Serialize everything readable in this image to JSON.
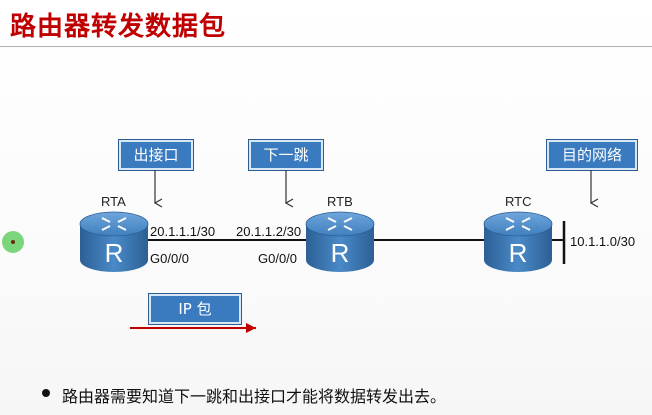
{
  "title": "路由器转发数据包",
  "callouts": {
    "egress": "出接口",
    "next_hop": "下一跳",
    "dest_network": "目的网络"
  },
  "routers": [
    {
      "name": "RTA",
      "symbol": "R"
    },
    {
      "name": "RTB",
      "symbol": "R"
    },
    {
      "name": "RTC",
      "symbol": "R"
    }
  ],
  "links": {
    "rta_ip": "20.1.1.1/30",
    "rta_iface": "G0/0/0",
    "rtb_ip": "20.1.1.2/30",
    "rtb_iface": "G0/0/0",
    "dest_net": "10.1.1.0/30"
  },
  "packet_label": "IP 包",
  "bullet": "路由器需要知道下一跳和出接口才能将数据转发出去。",
  "colors": {
    "title": "#c00000",
    "callout_bg": "#3a7bbf",
    "router_body": "#3b78b5",
    "arrow_red": "#c00000"
  },
  "icons": [
    "router-icon",
    "bullet-dot",
    "arrow-down-icon"
  ]
}
